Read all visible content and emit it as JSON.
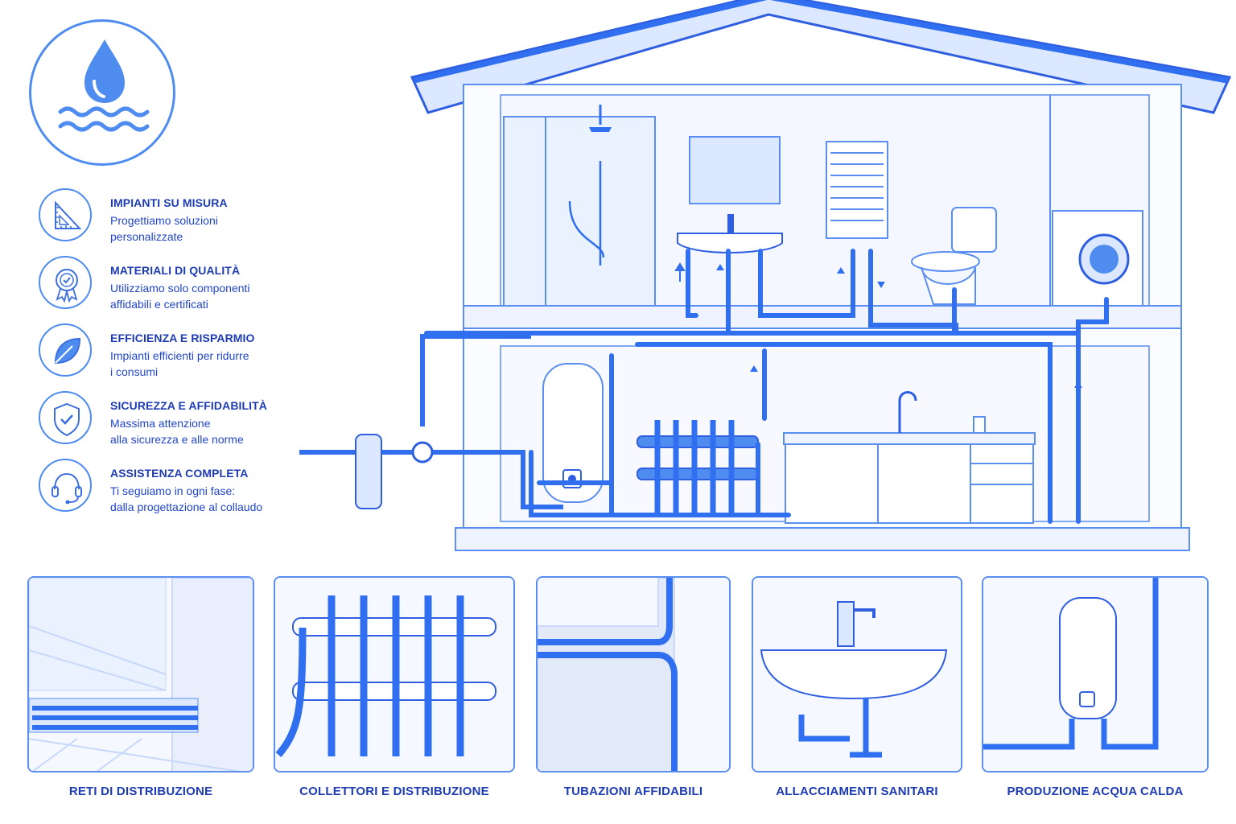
{
  "features": [
    {
      "icon": "ruler-triangle-icon",
      "title": "IMPIANTI SU MISURA",
      "desc_line1": "Progettiamo soluzioni",
      "desc_line2": "personalizzate"
    },
    {
      "icon": "quality-badge-icon",
      "title": "MATERIALI DI QUALITÀ",
      "desc_line1": "Utilizziamo solo componenti",
      "desc_line2": "affidabili e certificati"
    },
    {
      "icon": "leaf-icon",
      "title": "EFFICIENZA E RISPARMIO",
      "desc_line1": "Impianti efficienti per ridurre",
      "desc_line2": "i consumi"
    },
    {
      "icon": "shield-check-icon",
      "title": "SICUREZZA E AFFIDABILITÀ",
      "desc_line1": "Massima attenzione",
      "desc_line2": "alla sicurezza e alle norme"
    },
    {
      "icon": "headset-icon",
      "title": "ASSISTENZA COMPLETA",
      "desc_line1": "Ti seguiamo in ogni fase:",
      "desc_line2": "dalla progettazione al collaudo"
    }
  ],
  "panels": [
    {
      "icon": "floor-pipes-icon",
      "label": "RETI DI DISTRIBUZIONE"
    },
    {
      "icon": "manifold-icon",
      "label": "COLLETTORI E DISTRIBUZIONE"
    },
    {
      "icon": "wall-pipes-icon",
      "label": "TUBAZIONI AFFIDABILI"
    },
    {
      "icon": "sink-icon",
      "label": "ALLACCIAMENTI SANITARI"
    },
    {
      "icon": "water-heater-icon",
      "label": "PRODUZIONE ACQUA CALDA"
    }
  ],
  "colors": {
    "accent": "#1d3bb3",
    "pipe": "#2f6ff0",
    "line": "#5a8ef0",
    "light": "#dce8ff"
  }
}
